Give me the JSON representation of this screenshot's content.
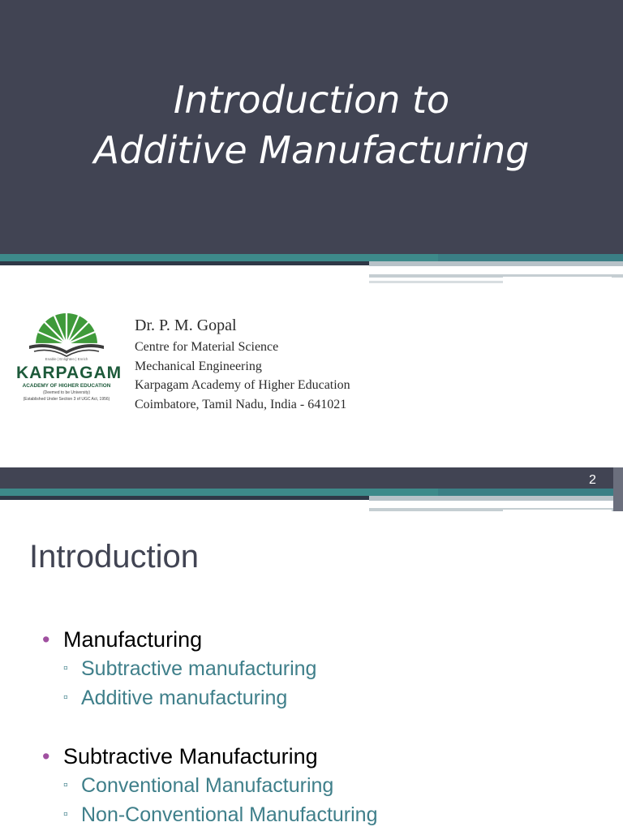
{
  "slide1": {
    "title_line1": "Introduction to",
    "title_line2": "Additive Manufacturing",
    "author": {
      "name": "Dr. P. M. Gopal",
      "lines": [
        "Centre for Material Science",
        "Mechanical Engineering",
        "Karpagam Academy of Higher Education",
        "Coimbatore, Tamil Nadu, India - 641021"
      ]
    },
    "logo": {
      "tagline": "Enable | Enlighten | Enrich",
      "name": "KARPAGAM",
      "subtitle": "ACADEMY OF HIGHER EDUCATION",
      "deemed": "(Deemed to be University)",
      "established": "(Established Under Section 3 of UGC Act, 1956)"
    }
  },
  "slide2": {
    "page_number": "2",
    "title": "Introduction",
    "bullets": [
      {
        "label": "Manufacturing",
        "children": [
          "Subtractive manufacturing",
          "Additive manufacturing"
        ]
      },
      {
        "label": "Subtractive Manufacturing",
        "children": [
          "Conventional Manufacturing",
          "Non-Conventional Manufacturing"
        ]
      }
    ]
  },
  "colors": {
    "header": "#414453",
    "teal": "#3d8a8a",
    "bullet_accent": "#a050a0",
    "sub_bullet": "#3f7f8a"
  }
}
